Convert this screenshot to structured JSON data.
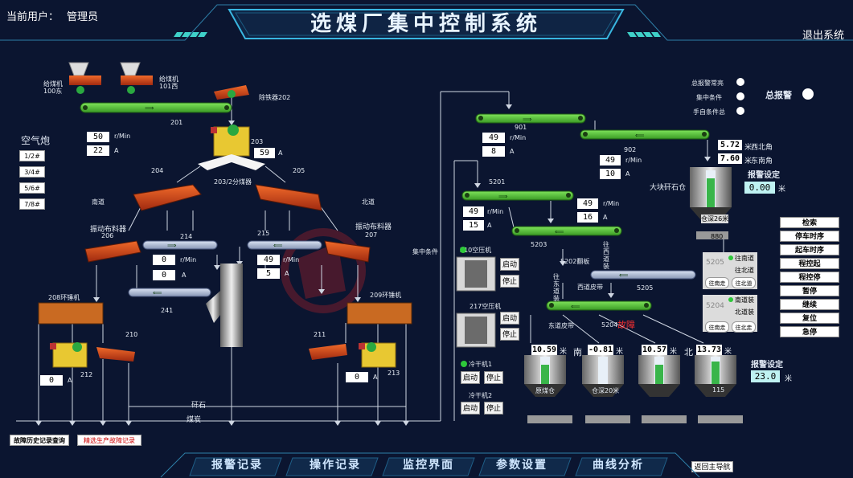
{
  "header": {
    "title": "选煤厂集中控制系统",
    "user_label": "当前用户：",
    "user_name": "管理员",
    "exit": "退出系统"
  },
  "air": {
    "title": "空气炮",
    "buttons": [
      "1/2#",
      "3/4#",
      "5/6#",
      "7/8#"
    ]
  },
  "alarms": {
    "items": [
      "总报警常亮",
      "集中条件",
      "手自条件总"
    ],
    "total": "总报警"
  },
  "feeders": {
    "left": "给煤机\n100东",
    "right": "给煤机\n101西",
    "iron": "除铁器202"
  },
  "labels": {
    "c201": "201",
    "c203": "203",
    "c204": "204",
    "c205": "205",
    "splitter": "203/2分煤器",
    "south": "南道",
    "north": "北道",
    "vib_left": "振动布料器",
    "vib_right": "振动布料器",
    "n206": "206",
    "n207": "207",
    "n214": "214",
    "n215": "215",
    "n241": "241",
    "n208": "208环锤机",
    "n209": "209环锤机",
    "n210": "210",
    "n211": "211",
    "n212": "212",
    "n213": "213",
    "gangue": "矸石",
    "coal": "煤炭",
    "central": "集中条件",
    "c901": "901",
    "c902": "902",
    "c5201": "5201",
    "c5203": "5203",
    "c5202": "5202翻板",
    "west_belt": "西道皮带",
    "east_belt": "东道皮带",
    "c5205": "5205",
    "c5204": "5204",
    "fault": "故障",
    "to_west": "往\n西\n道\n装",
    "to_east": "往\n东\n道\n装",
    "big_bin": "大块矸石仓",
    "bin_bottom": "仓深26米",
    "bin_code": "880",
    "alarm_set": "报警设定",
    "alarm_set2": "报警设定",
    "unit_m": "米",
    "northwest": "西北角",
    "southeast": "东南角",
    "compressor210": "210空压机",
    "compressor217": "217空压机",
    "dryer1": "冷干机1",
    "dryer2": "冷干机2",
    "south_lbl": "南",
    "north_lbl": "北",
    "bin_a": "原煤仓",
    "bin_b": "仓深20米",
    "bin_d": "115",
    "r_unit": "r/Min",
    "a_unit": "A",
    "rmin_unit": "r/Min"
  },
  "values": {
    "v201_r": "50",
    "v201_a": "22",
    "v203_a": "59",
    "v214_r": "0",
    "v214_a": "0",
    "v215_r": "49",
    "v215_a": "5",
    "v212_a": "0",
    "v213_a": "0",
    "v901_r": "49",
    "v901_a": "8",
    "v902_r": "49",
    "v902_a": "10",
    "v5201_r": "49",
    "v5201_a": "15",
    "v5203_r": "49",
    "v5203_a": "16",
    "level_nw": "5.72",
    "level_se": "7.60",
    "alarm_big": "0.00",
    "alarm_bins": "23.0",
    "bin1": "10.59",
    "bin2": "-0.81",
    "bin3": "10.57",
    "bin4": "13.73"
  },
  "controls": {
    "start": "启动",
    "stop": "停止"
  },
  "modules": {
    "m5205": "5205",
    "m5204": "5204",
    "to_south": "往南道",
    "to_north_track": "往北道",
    "to_north": "往北道",
    "to_south2": "南道装",
    "north_load": "北道装",
    "pos_south": "往南走",
    "pos_north": "往北走"
  },
  "right_buttons": [
    "检索",
    "停车时序",
    "起车时序",
    "程控起",
    "程控停",
    "暂停",
    "继续",
    "复位",
    "急停"
  ],
  "bottom": {
    "fault_history": "故障历史记录查询",
    "production": "精选生产故障记录",
    "return": "返回主导航"
  },
  "nav": [
    "报警记录",
    "操作记录",
    "监控界面",
    "参数设置",
    "曲线分析"
  ],
  "colors": {
    "bg": "#0b1530",
    "conveyor_green": "#56c43a",
    "conveyor_blue": "#a9b8d6",
    "machine_red": "#d2461c",
    "accent": "#2aa8c8"
  }
}
